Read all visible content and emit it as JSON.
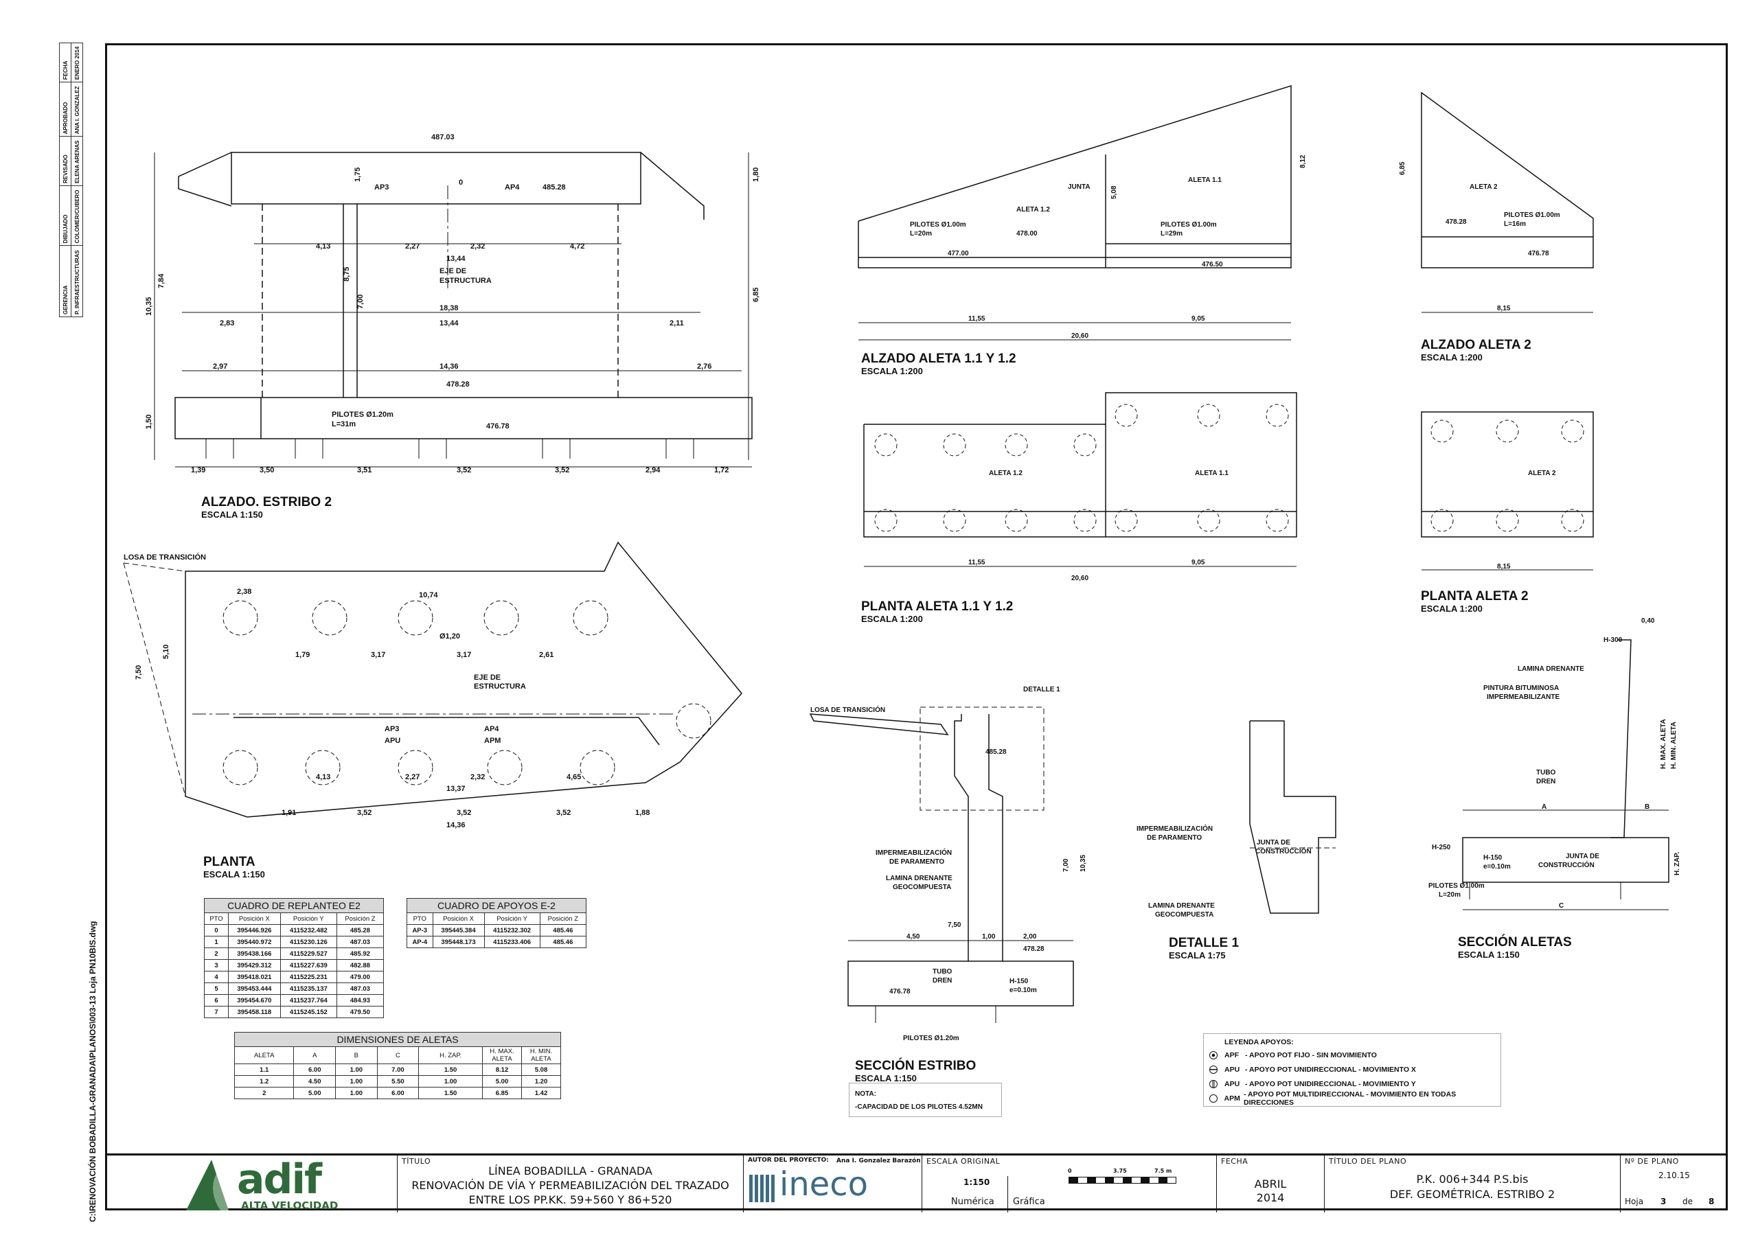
{
  "revision_block": {
    "headers": [
      "GERENCIA",
      "DIBUJADO",
      "REVISADO",
      "APROBADO",
      "FECHA"
    ],
    "values": [
      "P. INFRAESTRUCTURAS",
      "COLOMER/CUBERO",
      "ELENA ARENAS",
      "ANA I. GONZALEZ",
      "ENERO 2014"
    ]
  },
  "file_path": "C:\\RENOVACIÓN BOBADILLA-GRANADA\\PLANOS\\003-13 Loja PN10BIS.dwg",
  "views": {
    "alzado_estribo": {
      "title": "ALZADO. ESTRIBO 2",
      "scale": "ESCALA 1:150",
      "labels": {
        "top_level": "487.03",
        "ap3": "AP3",
        "ap4": "AP4",
        "ap_level": "485.28",
        "zero": "0",
        "axis": "EJE DE",
        "axis2": "ESTRUCTURA",
        "footing_level": "478.28",
        "piles": "PILOTES Ø1.20m",
        "piles_len": "L=31m",
        "pile_level": "476.78",
        "d1": "4,13",
        "d2": "2,27",
        "d3": "2,32",
        "d4": "4,72",
        "d5": "13,44",
        "d6": "18,38",
        "d7": "2,83",
        "d8": "13,44",
        "d9": "2,11",
        "d10": "2,97",
        "d11": "14,36",
        "d12": "2,76",
        "b1": "1,39",
        "b2": "3,50",
        "b3": "3,51",
        "b4": "3,52",
        "b5": "3,52",
        "b6": "2,94",
        "b7": "1,72",
        "h1": "10,35",
        "h2": "7,84",
        "h3": "6,85",
        "h4": "8,75",
        "h5": "7,00",
        "h6": "1,75",
        "h7": "1,50",
        "h8": "1,80"
      }
    },
    "planta": {
      "title": "PLANTA",
      "scale": "ESCALA 1:150",
      "losa": "LOSA DE TRANSICIÓN",
      "axis": "EJE DE",
      "axis2": "ESTRUCTURA",
      "labels": {
        "a": "10,74",
        "b": "2,38",
        "c": "Ø1,20",
        "d": "1,79",
        "e": "3,17",
        "f": "3,17",
        "g": "2,61",
        "h": "13,37",
        "i": "4,13",
        "j": "2,27",
        "k": "2,32",
        "l": "4,65",
        "m": "3,52",
        "n": "3,52",
        "o": "3,52",
        "p": "14,36",
        "q": "1,91",
        "r": "1,88",
        "s": "7,50",
        "t": "5,10",
        "ap3": "AP3",
        "apu": "APU",
        "ap4": "AP4",
        "apm": "APM"
      }
    },
    "alzado_aleta_1": {
      "title": "ALZADO ALETA 1.1 Y 1.2",
      "scale": "ESCALA 1:200",
      "labels": {
        "a11": "ALETA 1.1",
        "a12": "ALETA 1.2",
        "junta": "JUNTA",
        "p1": "PILOTES Ø1.00m",
        "p1l": "L=20m",
        "p2": "PILOTES Ø1.00m",
        "p2l": "L=29m",
        "l1": "478.00",
        "l2": "477.00",
        "l3": "476.50",
        "t1": "11,55",
        "t2": "9,05",
        "t3": "20,60",
        "h1": "8,12",
        "h2": "5,08"
      }
    },
    "alzado_aleta_2": {
      "title": "ALZADO ALETA 2",
      "scale": "ESCALA 1:200",
      "labels": {
        "a2": "ALETA 2",
        "p": "PILOTES Ø1.00m",
        "pl": "L=16m",
        "l1": "478.28",
        "l2": "476.78",
        "t": "8,15",
        "h": "6,85"
      }
    },
    "planta_aleta_1": {
      "title": "PLANTA ALETA 1.1 Y 1.2",
      "scale": "ESCALA 1:200",
      "labels": {
        "a11": "ALETA 1.1",
        "a12": "ALETA 1.2",
        "t1": "11,55",
        "t2": "9,05",
        "t3": "20,60"
      }
    },
    "planta_aleta_2": {
      "title": "PLANTA ALETA 2",
      "scale": "ESCALA 1:200",
      "labels": {
        "a2": "ALETA 2",
        "t": "8,15"
      }
    },
    "seccion_estribo": {
      "title": "SECCIÓN ESTRIBO",
      "scale": "ESCALA 1:150",
      "labels": {
        "losa": "LOSA DE TRANSICIÓN",
        "detalle": "DETALLE 1",
        "imp": "IMPERMEABILIZACIÓN",
        "imp2": "DE PARAMENTO",
        "lam": "LAMINA DRENANTE",
        "lam2": "GEOCOMPUESTA",
        "tubo": "TUBO",
        "tubo2": "DREN",
        "h150": "H-150",
        "e": "e=0.10m",
        "piles": "PILOTES Ø1.20m",
        "l1": "485.28",
        "l2": "478.28",
        "l3": "476.78",
        "d1": "7,50",
        "d2": "4,50",
        "d3": "1,00",
        "d4": "2,00",
        "h1": "10,35",
        "h2": "7,00"
      }
    },
    "detalle_1": {
      "title": "DETALLE 1",
      "scale": "ESCALA 1:75",
      "labels": {
        "imp": "IMPERMEABILIZACIÓN",
        "imp2": "DE PARAMENTO",
        "junta": "JUNTA DE",
        "junta2": "CONSTRUCCIÓN",
        "lam": "LAMINA DRENANTE",
        "lam2": "GEOCOMPUESTA"
      }
    },
    "seccion_aletas": {
      "title": "SECCIÓN ALETAS",
      "scale": "ESCALA 1:150",
      "labels": {
        "h300": "H-300",
        "lam": "LAMINA DRENANTE",
        "pint": "PINTURA BITUMINOSA",
        "pint2": "IMPERMEABILIZANTE",
        "tubo": "TUBO",
        "tubo2": "DREN",
        "h250": "H-250",
        "h150": "H-150",
        "e": "e=0.10m",
        "junta": "JUNTA DE",
        "junta2": "CONSTRUCCIÓN",
        "piles": "PILOTES Ø1.00m",
        "pl": "L=20m",
        "a": "A",
        "b": "B",
        "c": "C",
        "hmax": "H. MAX. ALETA",
        "hmin": "H. MIN. ALETA",
        "hzap": "H. ZAP.",
        "top": "0,40"
      }
    }
  },
  "cuadro_replanteo": {
    "title": "CUADRO DE REPLANTEO E2",
    "columns": [
      "PTO",
      "Posición X",
      "Posición Y",
      "Posición Z"
    ],
    "rows": [
      [
        "0",
        "395446.926",
        "4115232.482",
        "485.28"
      ],
      [
        "1",
        "395440.972",
        "4115230.126",
        "487.03"
      ],
      [
        "2",
        "395438.166",
        "4115229.527",
        "485.92"
      ],
      [
        "3",
        "395429.312",
        "4115227.639",
        "482.88"
      ],
      [
        "4",
        "395418.021",
        "4115225.231",
        "479.00"
      ],
      [
        "5",
        "395453.444",
        "4115235.137",
        "487.03"
      ],
      [
        "6",
        "395454.670",
        "4115237.764",
        "484.93"
      ],
      [
        "7",
        "395458.118",
        "4115245.152",
        "479.50"
      ]
    ]
  },
  "cuadro_apoyos": {
    "title": "CUADRO DE APOYOS E-2",
    "columns": [
      "PTO",
      "Posición X",
      "Posición Y",
      "Posición Z"
    ],
    "rows": [
      [
        "AP-3",
        "395445.384",
        "4115232.302",
        "485.46"
      ],
      [
        "AP-4",
        "395448.173",
        "4115233.406",
        "485.46"
      ]
    ]
  },
  "dimensiones_aletas": {
    "title": "DIMENSIONES DE ALETAS",
    "columns": [
      "ALETA",
      "A",
      "B",
      "C",
      "H. ZAP.",
      "H. MAX. ALETA",
      "H. MIN. ALETA"
    ],
    "rows": [
      [
        "1.1",
        "6.00",
        "1.00",
        "7.00",
        "1.50",
        "8.12",
        "5.08"
      ],
      [
        "1.2",
        "4.50",
        "1.00",
        "5.50",
        "1.00",
        "5.00",
        "1.20"
      ],
      [
        "2",
        "5.00",
        "1.00",
        "6.00",
        "1.50",
        "6.85",
        "1.42"
      ]
    ]
  },
  "legend": {
    "title": "LEYENDA APOYOS:",
    "items": [
      {
        "code": "APF",
        "text": "- APOYO POT FIJO - SIN MOVIMIENTO",
        "icon": "circle-dot-icon"
      },
      {
        "code": "APU",
        "text": "- APOYO POT UNIDIRECCIONAL - MOVIMIENTO X",
        "icon": "circle-horizontal-lines-icon"
      },
      {
        "code": "APU",
        "text": "- APOYO POT UNIDIRECCIONAL - MOVIMIENTO Y",
        "icon": "circle-vertical-lines-icon"
      },
      {
        "code": "APM",
        "text": "- APOYO POT MULTIDIRECCIONAL - MOVIMIENTO EN TODAS DIRECCIONES",
        "icon": "circle-empty-icon"
      }
    ]
  },
  "note": {
    "title": "NOTA:",
    "text": "-CAPACIDAD DE LOS PILOTES 4.52MN"
  },
  "title_block": {
    "logo_main": "adif",
    "logo_sub": "ALTA VELOCIDAD",
    "titulo_label": "TÍTULO",
    "titulo_lines": [
      "LÍNEA BOBADILLA - GRANADA",
      "RENOVACIÓN DE VÍA Y PERMEABILIZACIÓN DEL TRAZADO",
      "ENTRE LOS PP.KK. 59+560 Y 86+520"
    ],
    "autor_label": "AUTOR DEL PROYECTO:",
    "autor": "Ana I. Gonzalez Barazón",
    "company_logo": "ineco",
    "escala_label": "ESCALA ORIGINAL",
    "escala": "1:150",
    "numerica_label": "Numérica",
    "grafica_label": "Gráfica",
    "bar_ticks": [
      "0",
      "3.75",
      "7.5 m"
    ],
    "fecha_label": "FECHA",
    "fecha": [
      "ABRIL",
      "2014"
    ],
    "plano_label": "TÍTULO DEL PLANO",
    "plano": [
      "P.K. 006+344 P.S.bis",
      "DEF. GEOMÉTRICA. ESTRIBO 2"
    ],
    "num_label": "Nº DE PLANO",
    "num": "2.10.15",
    "hoja_label": "Hoja",
    "hoja": "3",
    "de_label": "de",
    "total": "8",
    "brand_green": "#2f6b3a",
    "brand_ineco": "#3d6b85"
  }
}
